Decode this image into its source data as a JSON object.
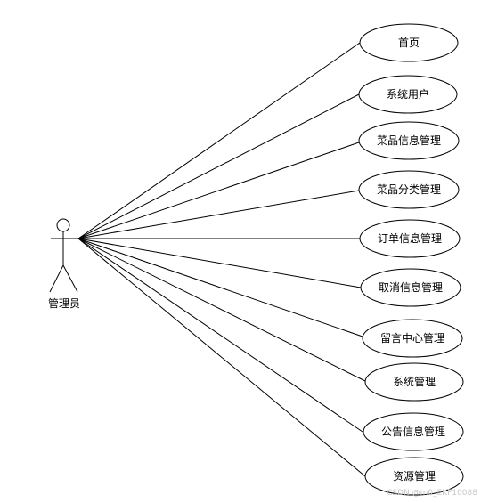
{
  "actor": {
    "label": "管理员"
  },
  "use_cases": [
    {
      "label": "首页"
    },
    {
      "label": "系统用户"
    },
    {
      "label": "菜品信息管理"
    },
    {
      "label": "菜品分类管理"
    },
    {
      "label": "订单信息管理"
    },
    {
      "label": "取消信息管理"
    },
    {
      "label": "留言中心管理"
    },
    {
      "label": "系统管理"
    },
    {
      "label": "公告信息管理"
    },
    {
      "label": "资源管理"
    }
  ],
  "watermark": "CSDN @m0_EKF10088",
  "colors": {
    "stroke": "#000000",
    "background": "#ffffff",
    "watermark": "#c8c8c8"
  }
}
